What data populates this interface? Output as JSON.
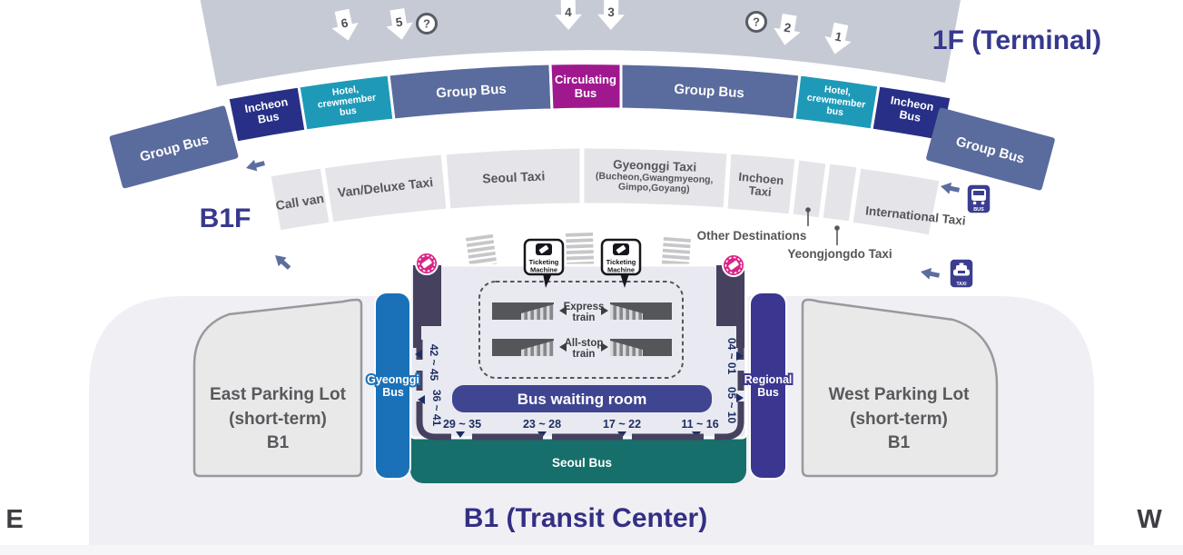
{
  "floors": {
    "terminal_1f": "1F (Terminal)",
    "b1f": "B1F",
    "transit_b1": "B1 (Transit Center)"
  },
  "compass": {
    "east": "E",
    "west": "W"
  },
  "terminal": {
    "gate_numbers": [
      "6",
      "5",
      "4",
      "3",
      "2",
      "1"
    ],
    "help": "?"
  },
  "bus_band": {
    "group_bus": "Group Bus",
    "incheon_bus": [
      "Incheon",
      "Bus"
    ],
    "hotel_bus": [
      "Hotel,",
      "crewmember",
      "bus"
    ],
    "circulating_bus": [
      "Circulating",
      "Bus"
    ]
  },
  "taxi_band": {
    "call_van": "Call van",
    "van_deluxe": "Van/Deluxe Taxi",
    "seoul_taxi": "Seoul Taxi",
    "gyeonggi_taxi": [
      "Gyeonggi Taxi",
      "(Bucheon,Gwangmyeong,",
      "Gimpo,Goyang)"
    ],
    "inchoen_taxi": [
      "Inchoen",
      "Taxi"
    ],
    "other_destinations": "Other Destinations",
    "yeongjongdo_taxi": "Yeongjongdo Taxi",
    "international_taxi": "International Taxi"
  },
  "transit_center": {
    "ticketing_machine": [
      "Ticketing",
      "Machine"
    ],
    "express_train": [
      "Express",
      "train"
    ],
    "all_stop_train": [
      "All-stop",
      "train"
    ],
    "bus_waiting_room": "Bus waiting room",
    "seoul_bus": "Seoul Bus",
    "gyeonggi_bus": [
      "Gyeonggi",
      "Bus"
    ],
    "regional_bus": [
      "Regional",
      "Bus"
    ],
    "gates_left": [
      "42 ~ 45",
      "36 ~ 41"
    ],
    "gates_right": [
      "04 ~ 01",
      "05 ~ 10"
    ],
    "gates_bottom": [
      "29 ~ 35",
      "23 ~ 28",
      "17 ~ 22",
      "11 ~ 16"
    ]
  },
  "parking": {
    "east": [
      "East Parking Lot",
      "(short-term)",
      "B1"
    ],
    "west": [
      "West Parking Lot",
      "(short-term)",
      "B1"
    ]
  },
  "icons": {
    "bus": "BUS",
    "taxi": "TAXI"
  },
  "palette": {
    "terminal_band": "#c5cad4",
    "group_bus": "#5a6b9d",
    "incheon_bus": "#272f87",
    "hotel_bus": "#1e9ab8",
    "circulating_bus": "#a0188e",
    "taxi_segment": "#e5e5e9",
    "island": "#e9e9f1",
    "pillar": "#46415f",
    "gyeonggi_blue": "#1a71b8",
    "regional_indigo": "#3b3690",
    "seoul_teal": "#166f6b",
    "waiting_room": "#3f4591",
    "ticket_pink": "#d92486",
    "arrow_blue": "#5c6e9e",
    "title_indigo": "#37388e"
  }
}
